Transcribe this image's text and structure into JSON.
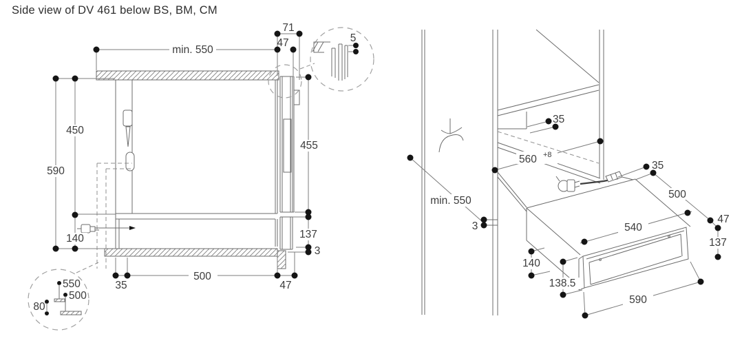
{
  "title": "Side view of DV 461 below BS, BM, CM",
  "colors": {
    "line": "#6b6b6b",
    "text": "#3c3c3c",
    "dot": "#151515",
    "background": "#ffffff"
  },
  "left_view": {
    "min_depth": "min. 550",
    "front_71": "71",
    "front_47": "47",
    "detail_gap_5": "5",
    "total_height_590": "590",
    "oven_niche_450": "450",
    "drawer_niche_140": "140",
    "oven_front_455": "455",
    "drawer_front_137": "137",
    "gap_3": "3",
    "socket_offset_35": "35",
    "depth_500": "500",
    "front_depth_47": "47",
    "plinth_550": "550",
    "plinth_500": "500",
    "plinth_80": "80"
  },
  "right_view": {
    "shelf_setback_35": "35",
    "niche_width_560": "560",
    "niche_width_tol": "+8",
    "socket_offset_35": "35",
    "depth_500": "500",
    "min_depth": "min. 550",
    "gap_3": "3",
    "width_540": "540",
    "front_47": "47",
    "front_137": "137",
    "height_140": "140",
    "door_height_1385": "138.5",
    "door_width_590": "590"
  }
}
